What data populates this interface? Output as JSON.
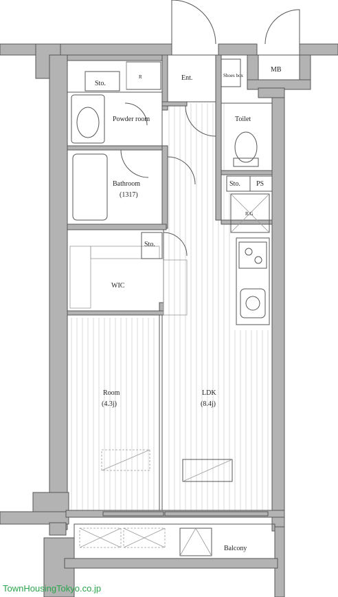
{
  "rooms": {
    "entrance": "Ent.",
    "shoes": "Shoes box",
    "mb": "MB",
    "storage_top": "Sto.",
    "refrigerator": "R",
    "powder": "Powder room",
    "toilet": "Toilet",
    "bathroom_name": "Bathroom",
    "bathroom_size": "(1317)",
    "storage_mid": "Sto.",
    "ps": "PS",
    "storage_right": "Sto.",
    "refrigerator_space": "R.G",
    "wic": "WIC",
    "room_name": "Room",
    "room_size": "(4.3j)",
    "ldk_name": "LDK",
    "ldk_size": "(8.4j)",
    "balcony": "Balcony"
  },
  "watermark": "TownHousingTokyo.co.jp",
  "colors": {
    "wall": "#b3b3b3",
    "outline": "#555555",
    "floor_lines": "#d9d9d9",
    "watermark": "#2aa44a"
  }
}
